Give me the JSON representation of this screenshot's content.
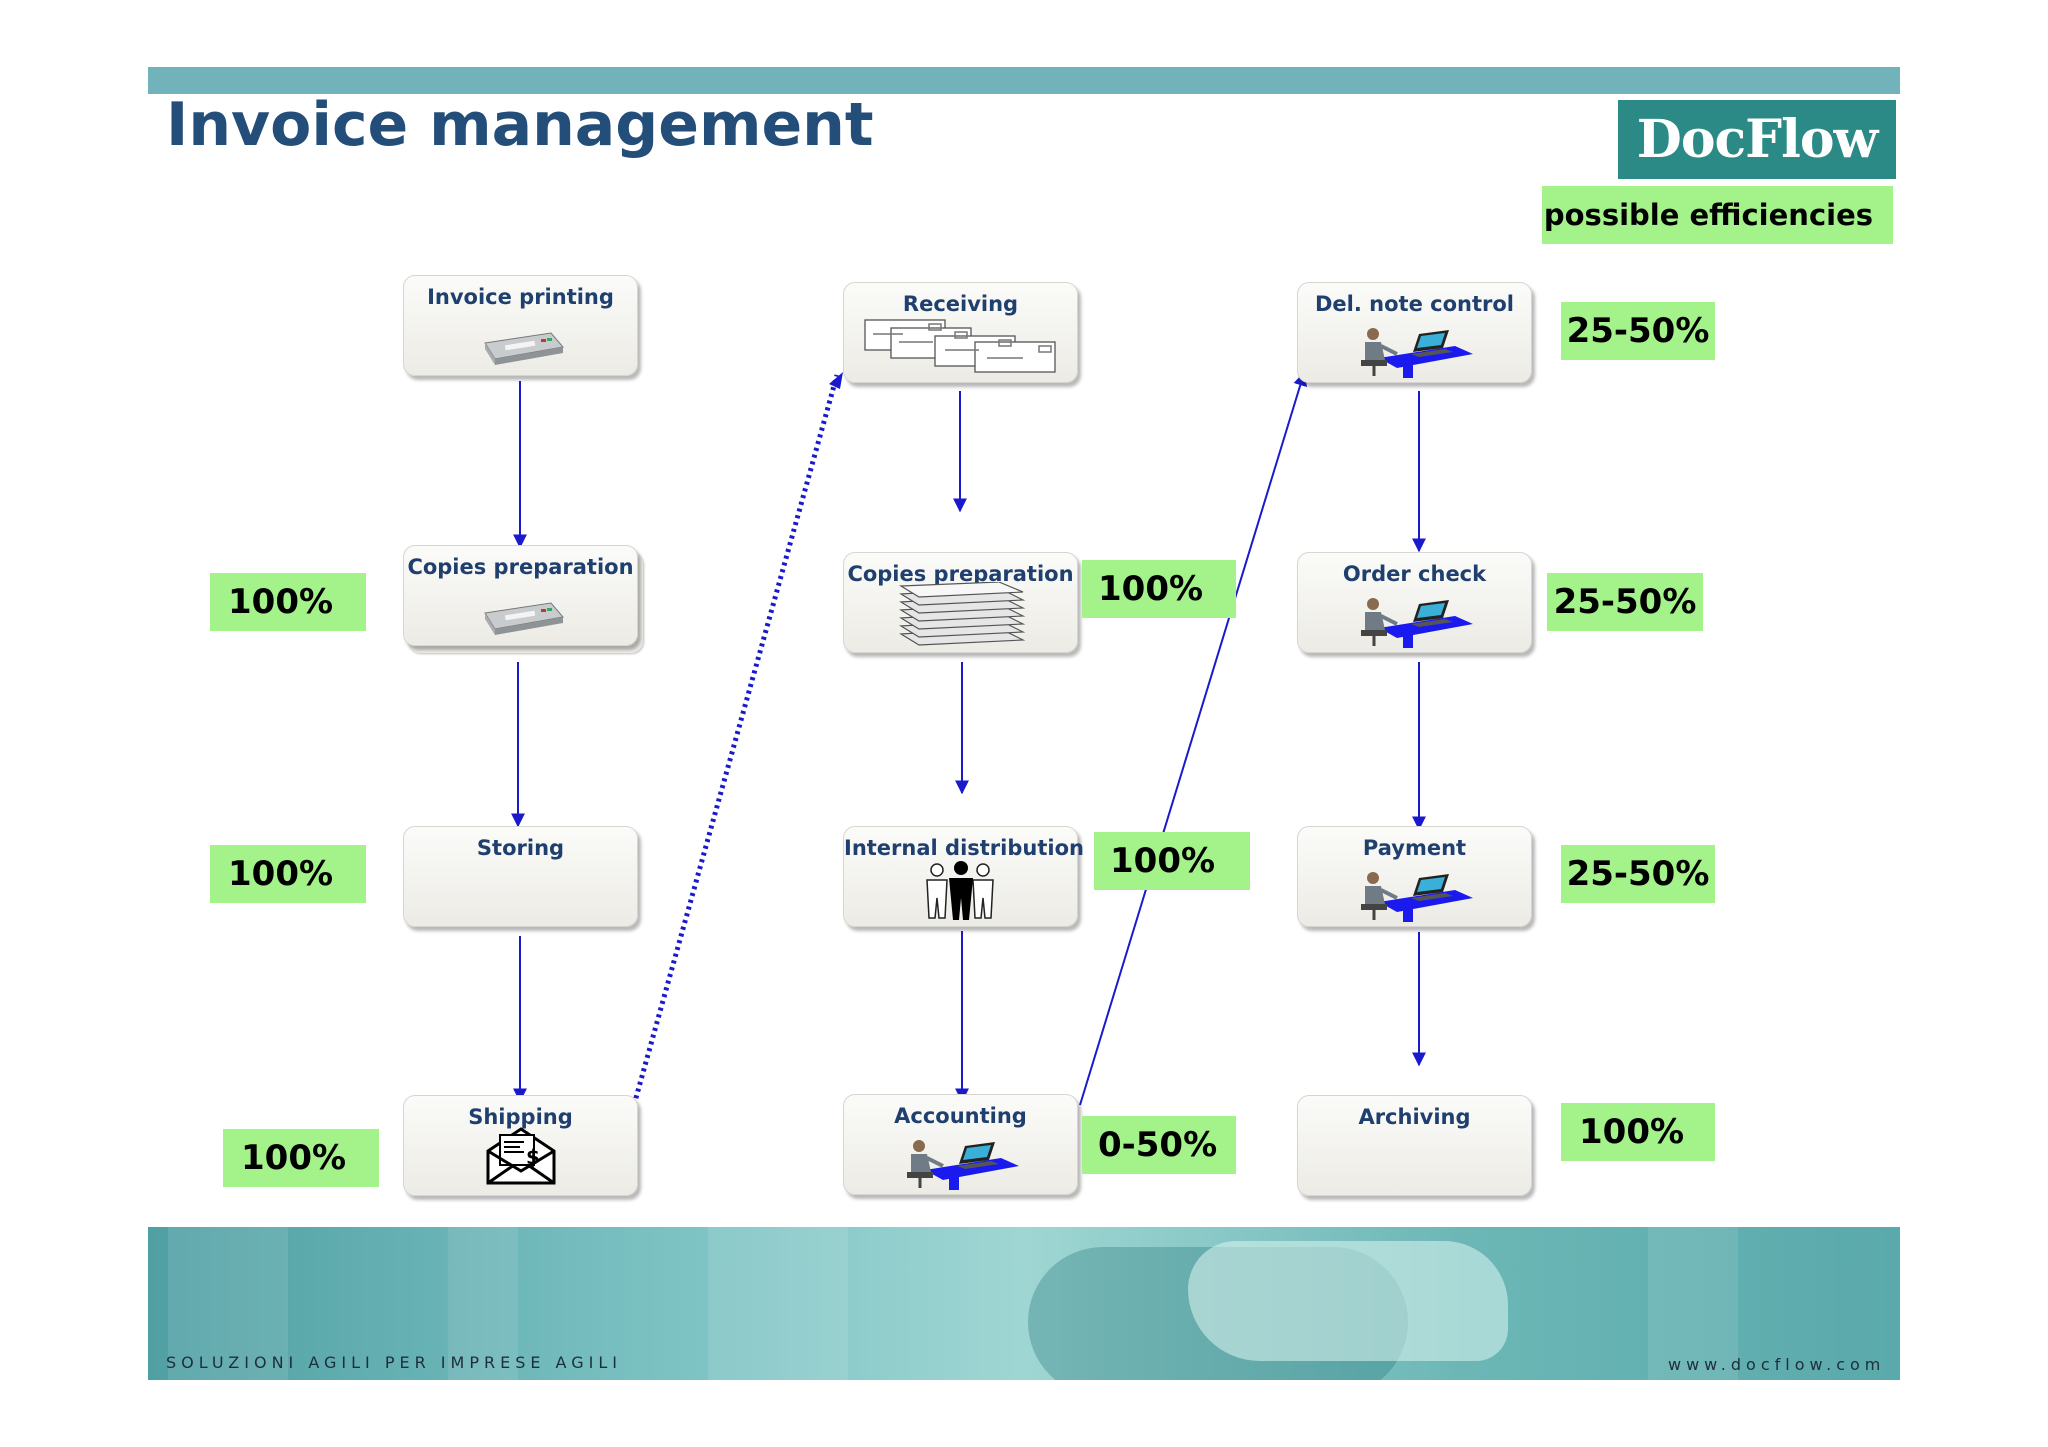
{
  "header": {
    "title": "Invoice management",
    "logo_text": "DocFlow",
    "legend_label": "possible efficiencies"
  },
  "columns": [
    {
      "steps": [
        {
          "label": "Invoice printing",
          "icon": "printer-icon",
          "efficiency": ""
        },
        {
          "label": "Copies preparation",
          "icon": "printer-icon",
          "efficiency": "100%"
        },
        {
          "label": "Storing",
          "icon": "",
          "efficiency": "100%"
        },
        {
          "label": "Shipping",
          "icon": "envelope-icon",
          "efficiency": "100%"
        }
      ]
    },
    {
      "steps": [
        {
          "label": "Receiving",
          "icon": "documents-icon",
          "efficiency": ""
        },
        {
          "label": "Copies preparation",
          "icon": "paper-stack-icon",
          "efficiency": "100%"
        },
        {
          "label": "Internal distribution",
          "icon": "people-icon",
          "efficiency": "100%"
        },
        {
          "label": "Accounting",
          "icon": "computer-worker-icon",
          "efficiency": "0-50%"
        }
      ]
    },
    {
      "steps": [
        {
          "label": "Del. note control",
          "icon": "computer-worker-icon",
          "efficiency": "25-50%"
        },
        {
          "label": "Order check",
          "icon": "computer-worker-icon",
          "efficiency": "25-50%"
        },
        {
          "label": "Payment",
          "icon": "computer-worker-icon",
          "efficiency": "25-50%"
        },
        {
          "label": "Archiving",
          "icon": "",
          "efficiency": "100%"
        }
      ]
    }
  ],
  "footer": {
    "slogan": "SOLUZIONI AGILI PER IMPRESE AGILI",
    "url": "www.docflow.com"
  },
  "colors": {
    "accent_bar": "#72b2ba",
    "title": "#234e7a",
    "logo_bg": "#2b8a86",
    "efficiency_bg": "#a4f28a",
    "arrow": "#1a1acc"
  }
}
